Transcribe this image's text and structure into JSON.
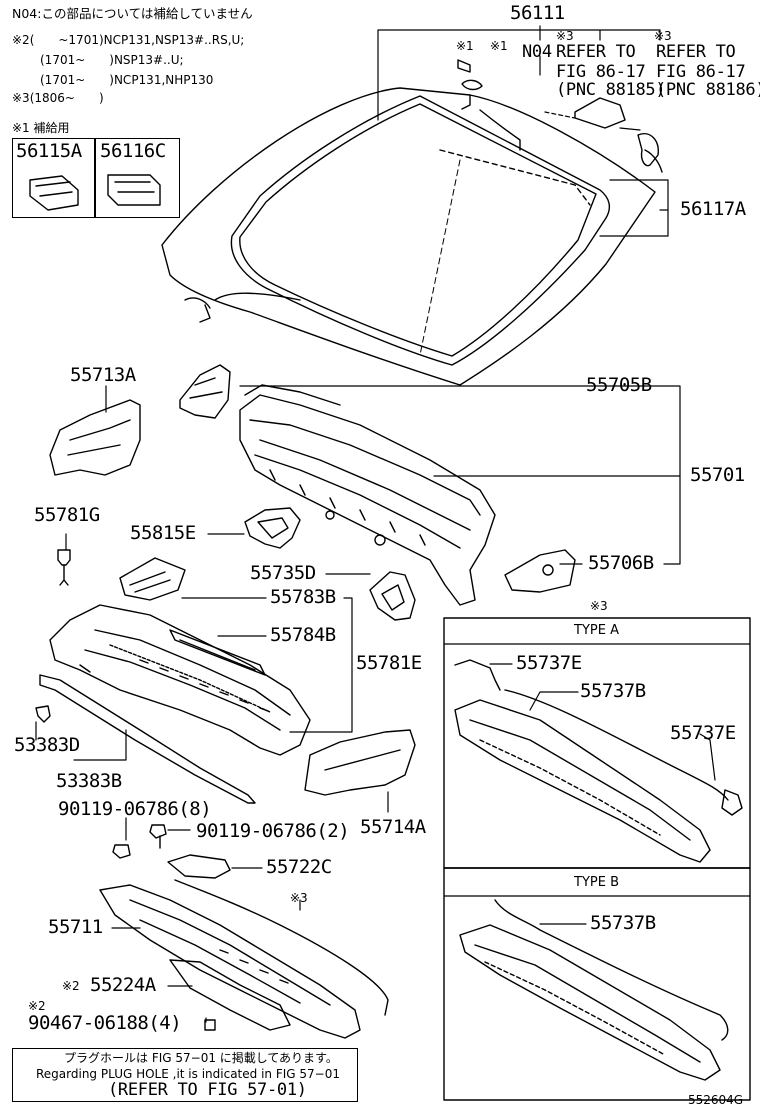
{
  "notes": {
    "n04": "N04:この部品については補給していません",
    "k2_line1": "※2(　　~1701)NCP131,NSP13#..RS,U;",
    "k2_line2": "(1701~　　)NSP13#..U;",
    "k2_line3": "(1701~　　)NCP131,NHP130",
    "k3_line": "※3(1806~　　)",
    "k1_supply": "※1 補給用"
  },
  "supply_box": {
    "left_part": "56115A",
    "right_part": "56116C"
  },
  "marks": {
    "k1": "※1",
    "k2": "※2",
    "k3": "※3",
    "n04": "N04"
  },
  "refs": {
    "ref_a_line1": "REFER TO",
    "ref_a_line2": "FIG 86-17",
    "ref_a_line3": "(PNC 88185)",
    "ref_b_line1": "REFER TO",
    "ref_b_line2": "FIG 86-17",
    "ref_b_line3": "(PNC 88186)"
  },
  "parts": {
    "p56111": "56111",
    "p56117A": "56117A",
    "p55713A": "55713A",
    "p55705B": "55705B",
    "p55701": "55701",
    "p55781G": "55781G",
    "p55815E": "55815E",
    "p55706B": "55706B",
    "p55735D": "55735D",
    "p55783B": "55783B",
    "p55784B": "55784B",
    "p55781E": "55781E",
    "p53383D": "53383D",
    "p53383B": "53383B",
    "p55714A": "55714A",
    "p90119a": "90119-06786(8)",
    "p90119b": "90119-06786(2)",
    "p55722C": "55722C",
    "p55711": "55711",
    "p55224A": "55224A",
    "p90467": "90467-06188(4)",
    "p55737E_a": "55737E",
    "p55737B_a": "55737B",
    "p55737E_b": "55737E",
    "p55737B_b": "55737B"
  },
  "type_boxes": {
    "type_a": "TYPE A",
    "type_b": "TYPE B"
  },
  "footer": {
    "line1": "プラグホールは FIG 57−01 に掲載してあります。",
    "line2": "Regarding PLUG HOLE ,it is indicated in FIG 57−01",
    "line3": "(REFER TO FIG 57-01)"
  },
  "diagram_id": "552604G"
}
